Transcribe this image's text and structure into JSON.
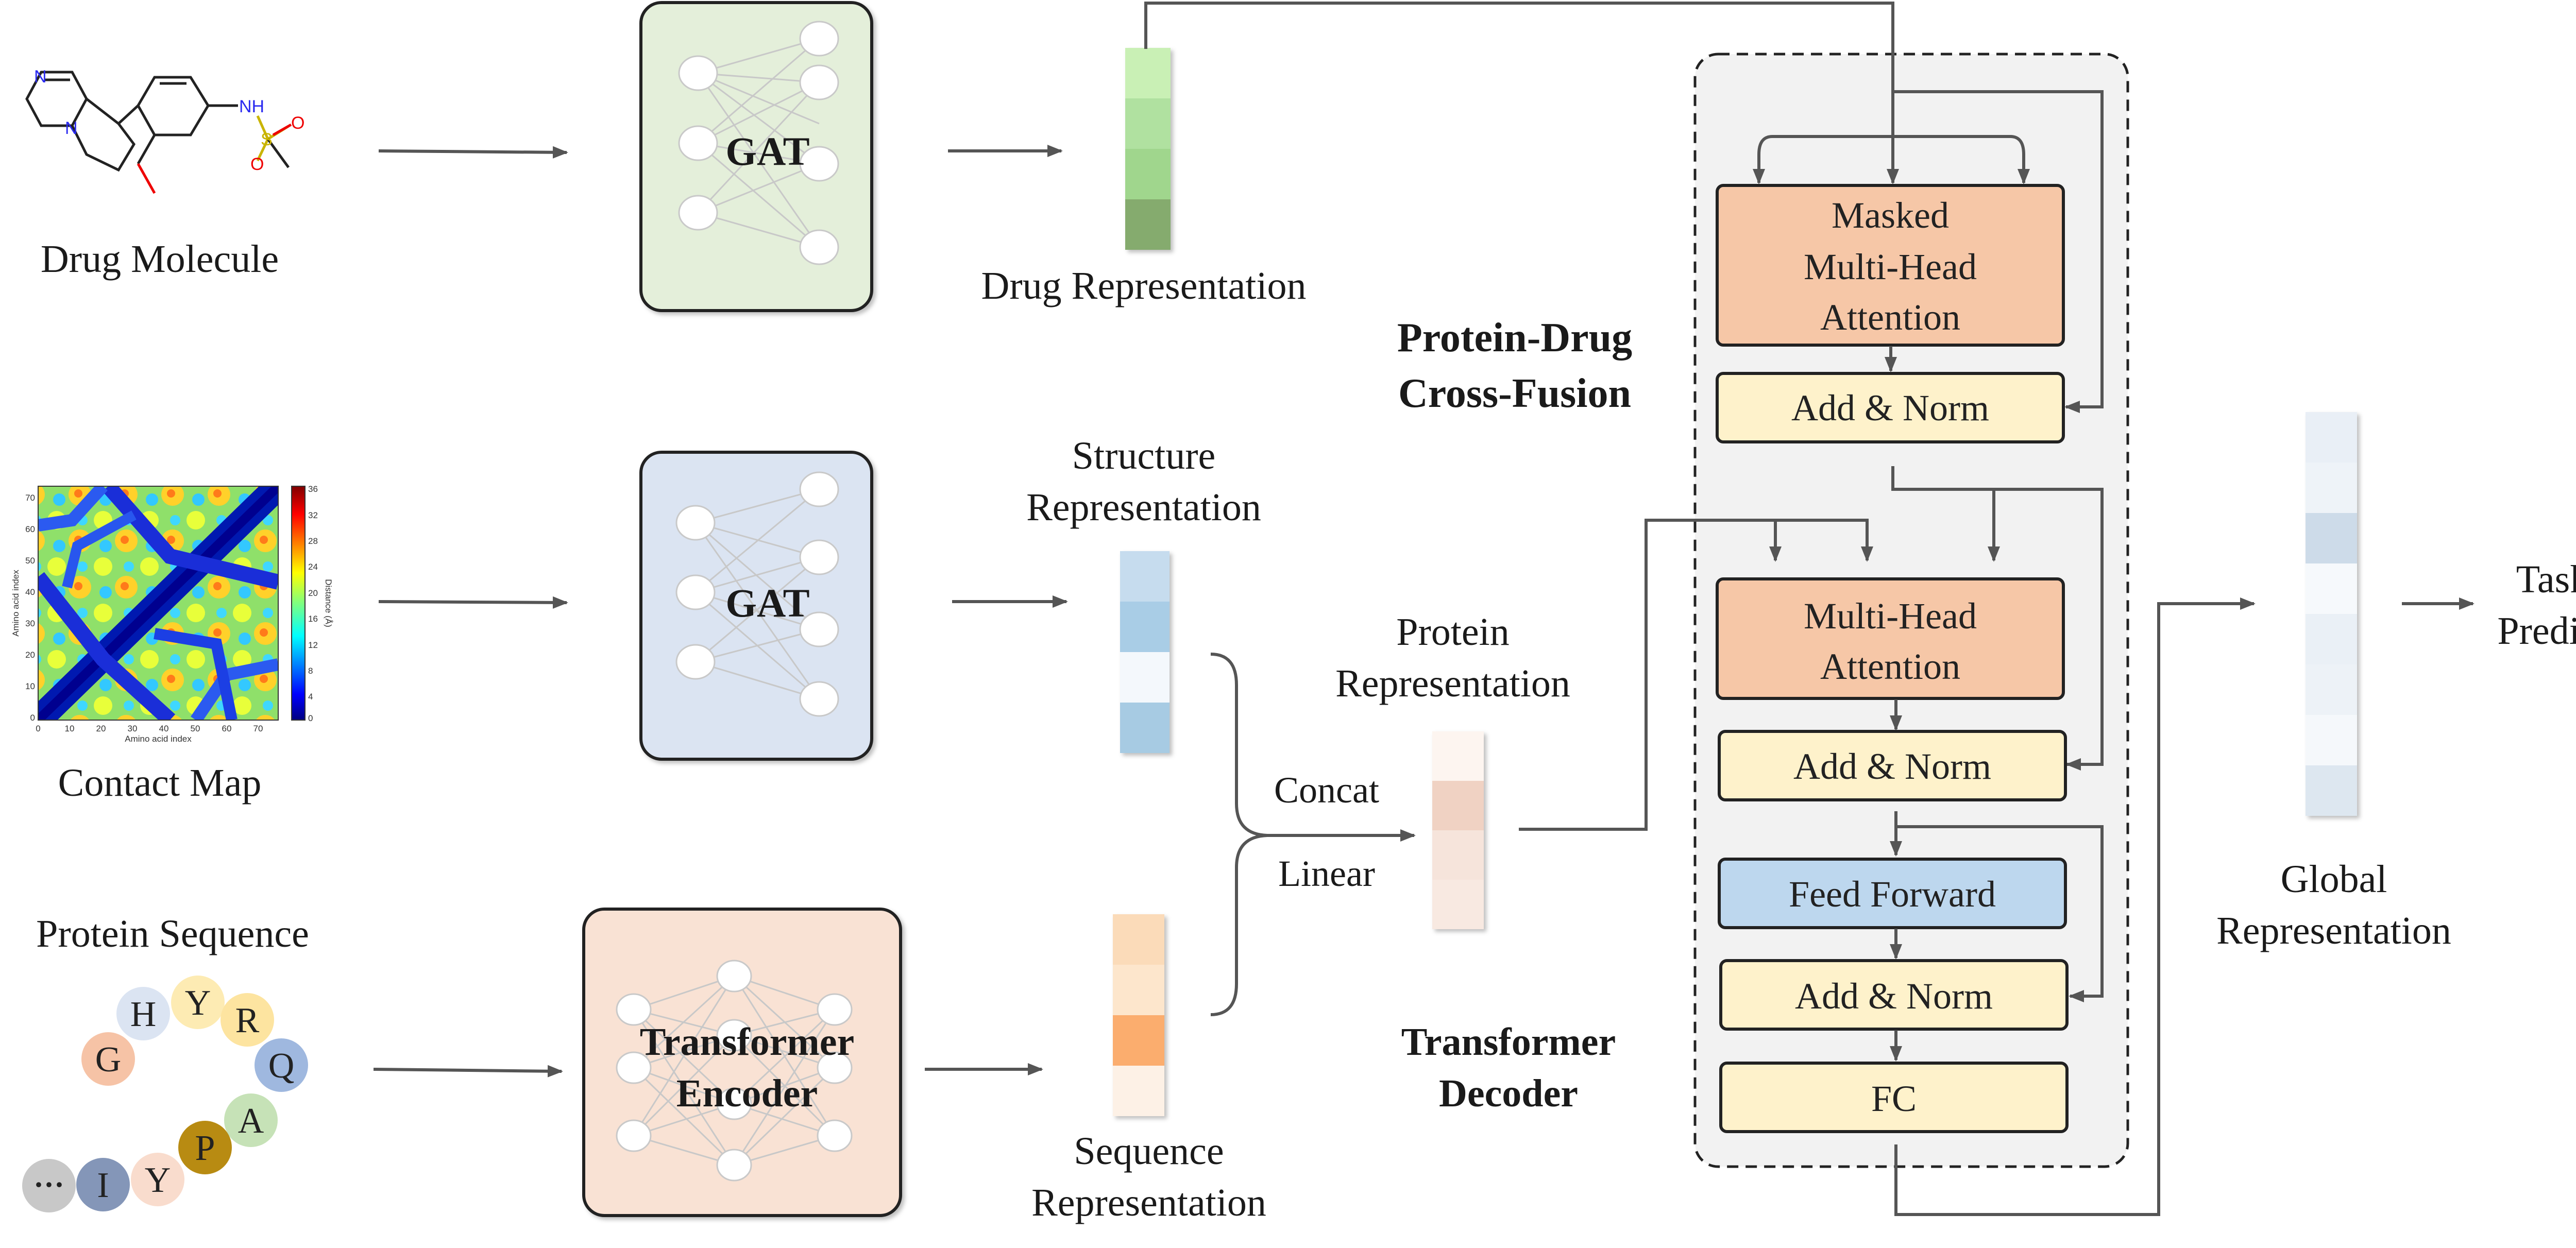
{
  "inputs": {
    "drug_molecule": "Drug Molecule",
    "contact_map": "Contact Map",
    "protein_sequence": "Protein Sequence"
  },
  "encoders": {
    "gat_drug": "GAT",
    "gat_structure": "GAT",
    "transformer_line1": "Transformer",
    "transformer_line2": "Encoder"
  },
  "representations": {
    "drug": "Drug Representation",
    "structure_line1": "Structure",
    "structure_line2": "Representation",
    "sequence_line1": "Sequence",
    "sequence_line2": "Representation",
    "protein_line1": "Protein",
    "protein_line2": "Representation",
    "global_line1": "Global",
    "global_line2": "Representation"
  },
  "operations": {
    "concat": "Concat",
    "linear": "Linear"
  },
  "sections": {
    "cross_fusion_line1": "Protein-Drug",
    "cross_fusion_line2": "Cross-Fusion",
    "decoder_line1": "Transformer",
    "decoder_line2": "Decoder"
  },
  "decoder_blocks": {
    "masked_attention_line1": "Masked",
    "masked_attention_line2": "Multi-Head",
    "masked_attention_line3": "Attention",
    "add_norm_1": "Add & Norm",
    "attention_line1": "Multi-Head",
    "attention_line2": "Attention",
    "add_norm_2": "Add & Norm",
    "feed_forward": "Feed Forward",
    "add_norm_3": "Add & Norm",
    "fc": "FC"
  },
  "output": {
    "task_line1": "Task",
    "task_line2": "Predict"
  },
  "molecule_atoms": {
    "n1": "N",
    "n2": "N",
    "nh": "NH",
    "s": "S",
    "o1": "O",
    "o2": "O"
  },
  "contact_map_axes": {
    "xlabel": "Amino acid index",
    "ylabel": "Amino acid index",
    "colorbar_label": "Distance (Å)",
    "x_ticks": [
      "0",
      "10",
      "20",
      "30",
      "40",
      "50",
      "60",
      "70"
    ],
    "y_ticks": [
      "70",
      "60",
      "50",
      "40",
      "30",
      "20",
      "10",
      "0"
    ],
    "colorbar_ticks": [
      "36",
      "32",
      "28",
      "24",
      "20",
      "16",
      "12",
      "8",
      "4",
      "0"
    ]
  },
  "amino_acids": {
    "h": "H",
    "y1": "Y",
    "r": "R",
    "g": "G",
    "q": "Q",
    "a": "A",
    "p": "P",
    "y2": "Y",
    "i": "I",
    "dots": "···"
  },
  "colors": {
    "gat_drug_fill": "#e4efda",
    "gat_struct_fill": "#dbe4f2",
    "transformer_fill": "#f9e2d4",
    "masked_attention_fill": "#f6c7a7",
    "add_norm_fill": "#fef2cb",
    "feed_forward_fill": "#bdd7ee",
    "fusion_panel_fill": "#f2f2f2",
    "drug_vector": [
      "#c9f0b5",
      "#b0e1a0",
      "#a0d68d",
      "#85ab6e"
    ],
    "structure_vector": [
      "#c6dcee",
      "#a9cde6",
      "#f4f8fc",
      "#a7cbe3"
    ],
    "sequence_vector": [
      "#fbdbb9",
      "#fde6cc",
      "#fbad6e",
      "#fdf1e6"
    ],
    "protein_vector": [
      "#fdf5f0",
      "#f0d2c3",
      "#f6e4db",
      "#f8e9e1"
    ],
    "global_vector": [
      "#e9eff6",
      "#eef3f8",
      "#cddbe9",
      "#f6f9fc",
      "#eaf0f6",
      "#edf2f7",
      "#f5f8fb",
      "#dde7f0"
    ]
  }
}
